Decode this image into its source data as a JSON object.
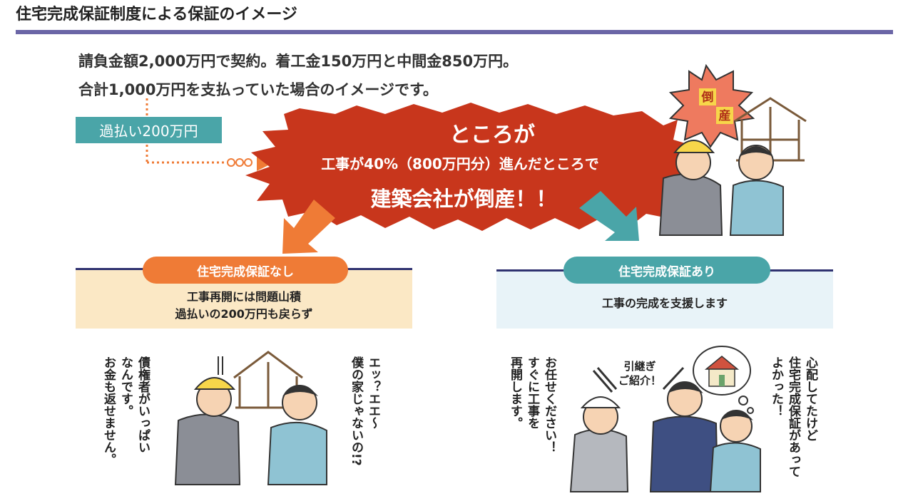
{
  "page": {
    "title": "住宅完成保証制度による保証のイメージ"
  },
  "intro": {
    "line1": "請負金額2,000万円で契約。着工金150万円と中間金850万円。",
    "line2": "合計1,000万円を支払っていた場合のイメージです。"
  },
  "overpayment_label": "過払い200万円",
  "burst": {
    "line1": "ところが",
    "line2": "工事が40%（800万円分）進んだところで",
    "line3": "建築会社が倒産！！"
  },
  "bankrupt_badge": {
    "char1": "倒",
    "char2": "産"
  },
  "left_panel": {
    "pill_label": "住宅完成保証なし",
    "line1": "工事再開には問題山積",
    "line2": "過払いの200万円も戻らず",
    "speech_contractor": "債権者がいっぱい\nなんです。\nお金も返せません。",
    "speech_owner": "エッ？エエ～\n僕の家じゃないの!?"
  },
  "right_panel": {
    "pill_label": "住宅完成保証あり",
    "line1": "工事の完成を支援します",
    "speech_new_contractor": "お任せください！\nすぐに工事を\n再開します。",
    "speech_intro": "引継ぎ\nご紹介！",
    "speech_owner": "心配してたけど\n住宅完成保証があって\nよかった！"
  },
  "colors": {
    "title_rule": "#6b66a6",
    "teal": "#4aa5a8",
    "burst_red": "#c8361c",
    "orange": "#ef7b36",
    "left_panel_bg": "#fbe8c5",
    "right_panel_bg": "#e8f3f8",
    "panel_border": "#2f3270"
  },
  "icons": [
    "dotted-arrow-icon",
    "orange-arrow-icon",
    "teal-arrow-icon",
    "house-frame-icon",
    "house-icon"
  ]
}
